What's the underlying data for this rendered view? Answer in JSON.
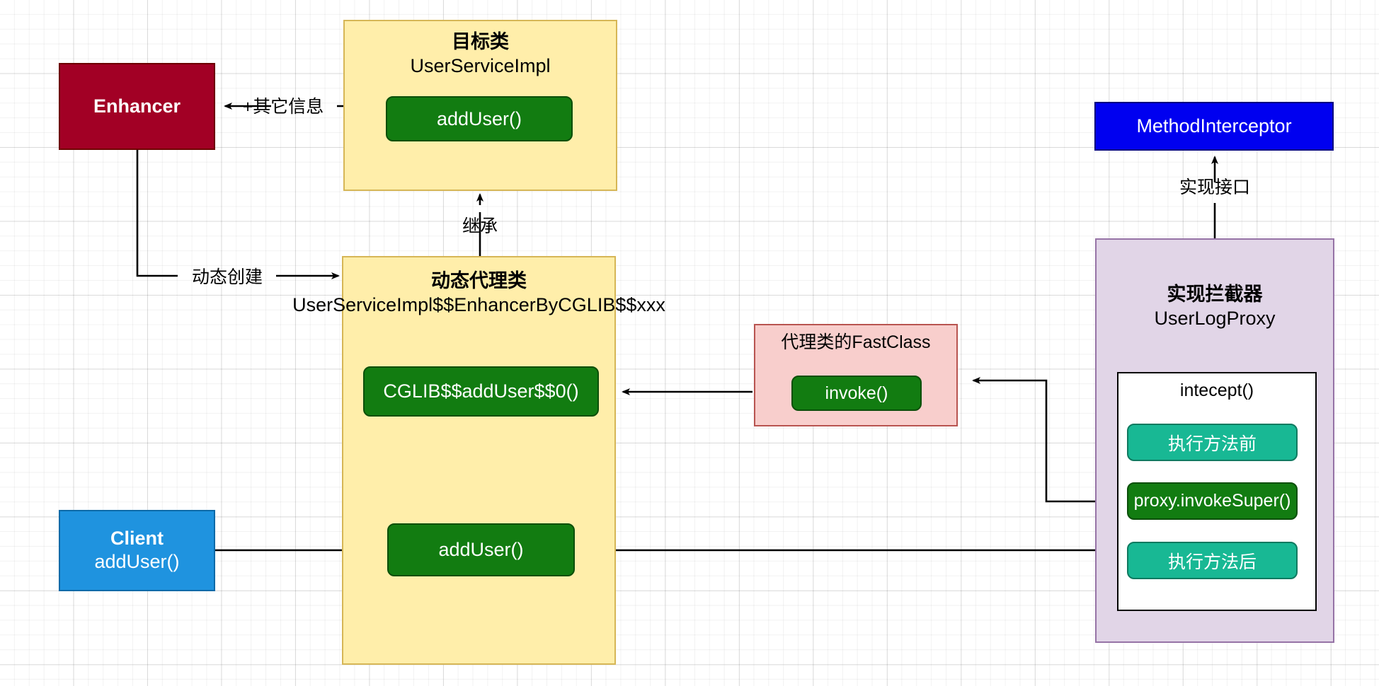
{
  "diagram": {
    "title": "CGLIB dynamic proxy flow",
    "background": {
      "grid_minor_color": "#f0f0f0",
      "grid_major_color": "#e0e0e0",
      "page_color": "#ffffff"
    },
    "nodes": {
      "enhancer": {
        "label": "Enhancer",
        "fill": "#a20025",
        "stroke": "#6d0000",
        "text_color": "#ffffff"
      },
      "target_class": {
        "title": "目标类",
        "subtitle": "UserServiceImpl",
        "fill": "#ffeeaa",
        "stroke": "#d6b656",
        "text_color": "#000000",
        "method": {
          "label": "addUser()",
          "fill": "#127c11",
          "stroke": "#0b4f0a",
          "text_color": "#ffffff"
        }
      },
      "proxy_class": {
        "title": "动态代理类",
        "subtitle": "UserServiceImpl$$EnhancerByCGLIB$$xxx",
        "fill": "#ffeeaa",
        "stroke": "#d6b656",
        "text_color": "#000000",
        "methods": [
          {
            "label": "CGLIB$$addUser$$0()",
            "fill": "#127c11",
            "stroke": "#0b4f0a",
            "text_color": "#ffffff"
          },
          {
            "label": "addUser()",
            "fill": "#127c11",
            "stroke": "#0b4f0a",
            "text_color": "#ffffff"
          }
        ]
      },
      "fastclass": {
        "title": "代理类的FastClass",
        "fill": "#f8cecc",
        "stroke": "#b85450",
        "text_color": "#000000",
        "method": {
          "label": "invoke()",
          "fill": "#127c11",
          "stroke": "#0b4f0a",
          "text_color": "#ffffff"
        }
      },
      "method_interceptor": {
        "label": "MethodInterceptor",
        "fill": "#0000f0",
        "stroke": "#000080",
        "text_color": "#ffffff"
      },
      "interceptor_impl": {
        "title": "实现拦截器",
        "subtitle": "UserLogProxy",
        "fill": "#e1d5e7",
        "stroke": "#9673a6",
        "text_color": "#000000",
        "inner": {
          "title": "intecept()",
          "fill": "#ffffff",
          "stroke": "#000000",
          "text_color": "#000000",
          "steps": [
            {
              "label": "执行方法前",
              "fill": "#18b894",
              "stroke": "#0f7a60",
              "text_color": "#ffffff"
            },
            {
              "label": "proxy.invokeSuper()",
              "fill": "#127c11",
              "stroke": "#0b4f0a",
              "text_color": "#ffffff"
            },
            {
              "label": "执行方法后",
              "fill": "#18b894",
              "stroke": "#0f7a60",
              "text_color": "#ffffff"
            }
          ]
        }
      },
      "client": {
        "title": "Client",
        "subtitle": "addUser()",
        "fill": "#1f93df",
        "stroke": "#0c6aa8",
        "text_color": "#ffffff"
      }
    },
    "edges": [
      {
        "id": "other-info",
        "label": "+其它信息",
        "from": "target_class",
        "to": "enhancer"
      },
      {
        "id": "inherit",
        "label": "继承",
        "from": "proxy_class",
        "to": "target_class"
      },
      {
        "id": "dynamic-create",
        "label": "动态创建",
        "from": "enhancer",
        "to": "proxy_class"
      },
      {
        "id": "implements-interface",
        "label": "实现接口",
        "from": "interceptor_impl",
        "to": "method_interceptor"
      },
      {
        "id": "invoke-to-cglib",
        "label": "",
        "from": "fastclass",
        "to": "proxy_class"
      },
      {
        "id": "invokesuper-to-fastclass",
        "label": "",
        "from": "interceptor_impl",
        "to": "fastclass"
      },
      {
        "id": "client-to-adduser",
        "label": "",
        "from": "client",
        "to": "proxy_class"
      },
      {
        "id": "adduser-to-intercept",
        "label": "",
        "from": "proxy_class",
        "to": "interceptor_impl"
      }
    ]
  }
}
